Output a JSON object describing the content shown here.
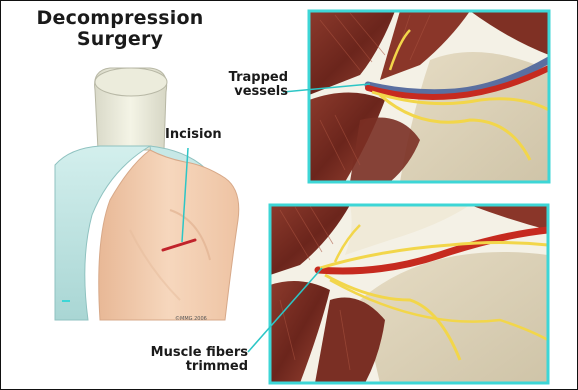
{
  "title": {
    "line1": "Decompression",
    "line2": "Surgery"
  },
  "labels": {
    "incision": "Incision",
    "trapped_line1": "Trapped",
    "trapped_line2": "vessels",
    "muscle_line1": "Muscle fibers",
    "muscle_line2": "trimmed"
  },
  "copyright": "©MMG 2006",
  "colors": {
    "frame_border": "#3dd6d6",
    "leader_line": "#2cc6c6",
    "muscle": "#7a2f24",
    "artery": "#c62a1f",
    "vein": "#5a6fa0",
    "nerve": "#f2d64a",
    "skin": "#f3cfb0",
    "gown": "#bfe3e1"
  },
  "icons": [
    "patient-back-illustration",
    "incision-mark",
    "trapped-vessels-closeup",
    "trimmed-muscle-closeup"
  ]
}
